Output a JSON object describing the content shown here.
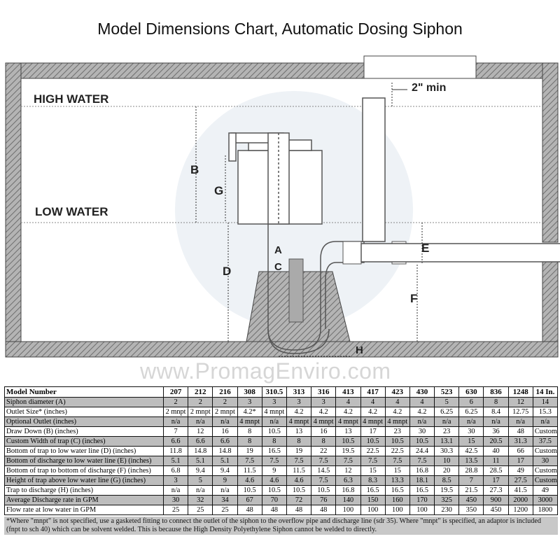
{
  "title": "Model Dimensions Chart, Automatic Dosing Siphon",
  "diagram": {
    "high_water": "HIGH WATER",
    "low_water": "LOW WATER",
    "min_label": "2\" min",
    "labels": {
      "A": "A",
      "B": "B",
      "C": "C",
      "D": "D",
      "E": "E",
      "F": "F",
      "G": "G",
      "H": "H"
    }
  },
  "watermark": "www.PromagEnviro.com",
  "table": {
    "header": [
      "Model Number",
      "207",
      "212",
      "216",
      "308",
      "310.5",
      "313",
      "316",
      "413",
      "417",
      "423",
      "430",
      "523",
      "630",
      "836",
      "1248",
      "14 In."
    ],
    "rows": [
      [
        "Siphon diameter (A)",
        "2",
        "2",
        "2",
        "3",
        "3",
        "3",
        "3",
        "4",
        "4",
        "4",
        "4",
        "5",
        "6",
        "8",
        "12",
        "14"
      ],
      [
        "Outlet Size* (inches)",
        "2 mnpt",
        "2 mnpt",
        "2 mnpt",
        "4.2*",
        "4 mnpt",
        "4.2",
        "4.2",
        "4.2",
        "4.2",
        "4.2",
        "4.2",
        "6.25",
        "6.25",
        "8.4",
        "12.75",
        "15.3"
      ],
      [
        "Optional Outlet (inches)",
        "n/a",
        "n/a",
        "n/a",
        "4 mnpt",
        "n/a",
        "4 mnpt",
        "4 mnpt",
        "4 mnpt",
        "4 mnpt",
        "4 mnpt",
        "n/a",
        "n/a",
        "n/a",
        "n/a",
        "n/a",
        "n/a"
      ],
      [
        "Draw Down (B) (inches)",
        "7",
        "12",
        "16",
        "8",
        "10.5",
        "13",
        "16",
        "13",
        "17",
        "23",
        "30",
        "23",
        "30",
        "36",
        "48",
        "Custom"
      ],
      [
        "Custom Width of trap (C) (inches)",
        "6.6",
        "6.6",
        "6.6",
        "8",
        "8",
        "8",
        "8",
        "10.5",
        "10.5",
        "10.5",
        "10.5",
        "13.1",
        "15",
        "20.5",
        "31.3",
        "37.5"
      ],
      [
        "Bottom of trap to low water line (D)  (inches)",
        "11.8",
        "14.8",
        "14.8",
        "19",
        "16.5",
        "19",
        "22",
        "19.5",
        "22.5",
        "22.5",
        "24.4",
        "30.3",
        "42.5",
        "40",
        "66",
        "Custom"
      ],
      [
        "Bottom of discharge to low water line (E) (inches)",
        "5.1",
        "5.1",
        "5.1",
        "7.5",
        "7.5",
        "7.5",
        "7.5",
        "7.5",
        "7.5",
        "7.5",
        "7.5",
        "10",
        "13.5",
        "11",
        "17",
        "30"
      ],
      [
        "Bottom of trap to bottom of discharge (F) (inches)",
        "6.8",
        "9.4",
        "9.4",
        "11.5",
        "9",
        "11.5",
        "14.5",
        "12",
        "15",
        "15",
        "16.8",
        "20",
        "28.8",
        "28.5",
        "49",
        "Custom"
      ],
      [
        "Height of trap above low water line (G) (inches)",
        "3",
        "5",
        "9",
        "4.6",
        "4.6",
        "4.6",
        "7.5",
        "6.3",
        "8.3",
        "13.3",
        "18.1",
        "8.5",
        "7",
        "17",
        "27.5",
        "Custom"
      ],
      [
        "Trap to discharge (H) (inches)",
        "n/a",
        "n/a",
        "n/a",
        "10.5",
        "10.5",
        "10.5",
        "10.5",
        "16.8",
        "16.5",
        "16.5",
        "16.5",
        "19.5",
        "21.5",
        "27.3",
        "41.5",
        "49"
      ],
      [
        "Average Discharge rate in GPM",
        "30",
        "32",
        "34",
        "67",
        "70",
        "72",
        "76",
        "140",
        "150",
        "160",
        "170",
        "325",
        "450",
        "900",
        "2000",
        "3000"
      ],
      [
        "Flow rate at low water in GPM",
        "25",
        "25",
        "25",
        "48",
        "48",
        "48",
        "48",
        "100",
        "100",
        "100",
        "100",
        "230",
        "350",
        "450",
        "1200",
        "1800"
      ]
    ],
    "footnote": "*Where \"mnpt\" is not specified, use a gasketed fitting to connect the outlet of the siphon to the overflow pipe and discharge line (sdr 35).  Where \"mnpt\" is specified, an adaptor is included (fnpt to sch 40) which can be solvent welded.  This is because the High Density Polyethylene Siphon cannot be welded to directly."
  },
  "colors": {
    "wall": "#9a9a9a",
    "row_gray": "#bdbdbd",
    "water_line": "#888888"
  }
}
